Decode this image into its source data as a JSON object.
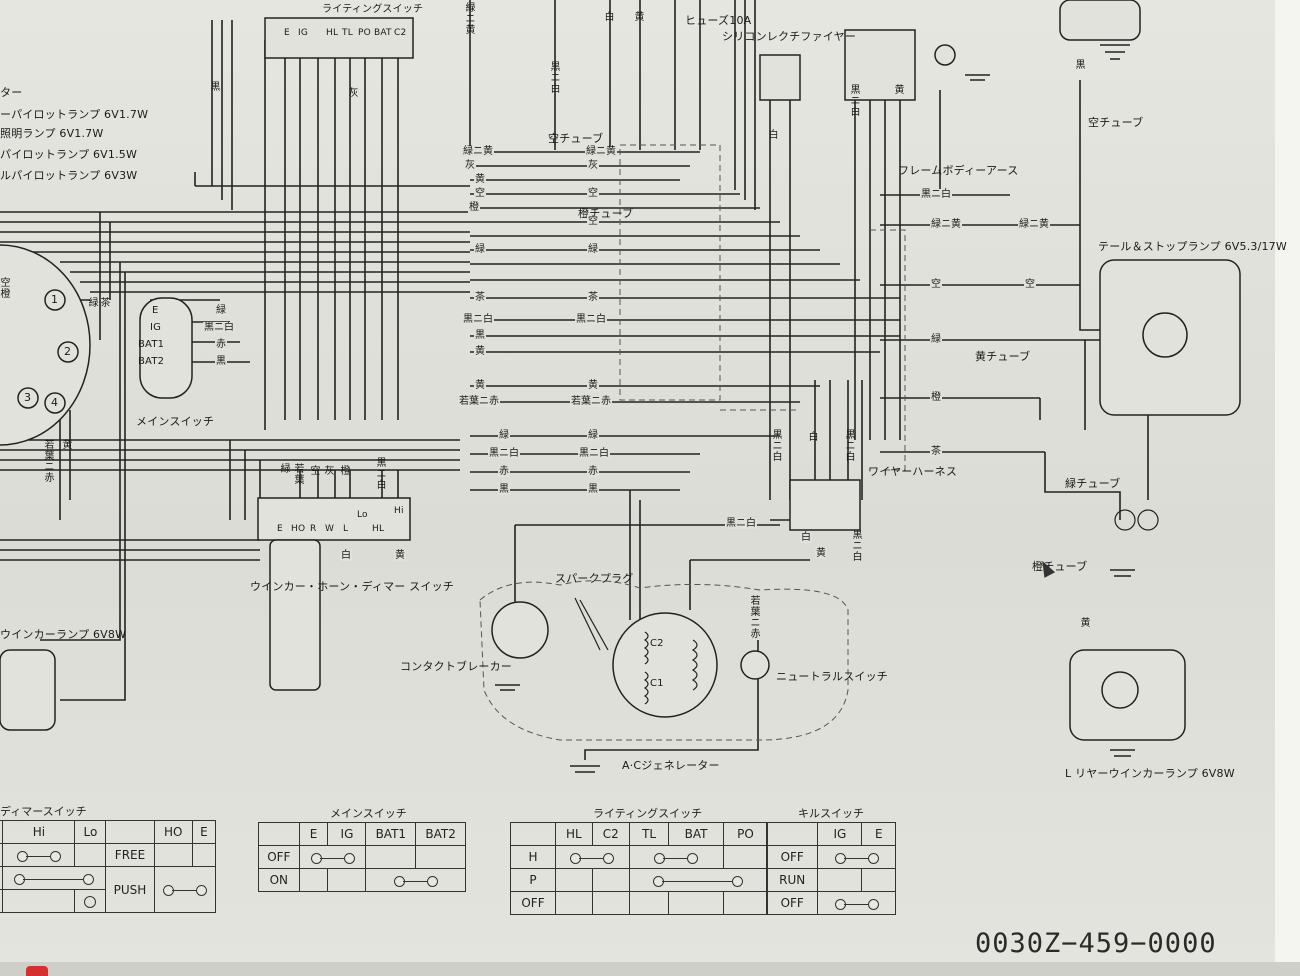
{
  "labels": {
    "lighting_switch_title": "ライティングスイッチ",
    "fuse": "ヒューズ10A",
    "rectifier": "シリコンレクチファイヤー",
    "frame_body_earth": "フレームボディーアース",
    "tail_stop_lamp": "テール＆ストップランプ 6V5.3/17W",
    "empty_tube_right": "空チューブ",
    "empty_tube_top": "空チューブ",
    "orange_tube": "橙チューブ",
    "yellow_tube": "黄チューブ",
    "green_tube": "緑チューブ",
    "orange_tube2": "橙チューブ",
    "wire_harness": "ワイヤーハーネス",
    "main_switch": "メインスイッチ",
    "winker_horn_dimmer": "ウインカー・ホーン・ディマー スイッチ",
    "winker_lamp_left": "ウインカーランプ 6V8W",
    "spark_plug": "スパークプラグ",
    "contact_breaker": "コンタクトブレーカー",
    "neutral_switch": "ニュートラルスイッチ",
    "ac_generator": "A·Cジェネレーター",
    "rear_winker": "L リヤーウインカーランプ 6V8W",
    "left_list": [
      "ター",
      "ーパイロットランプ 6V1.7W",
      "照明ランプ 6V1.7W",
      "パイロットランプ 6V1.5W",
      "ルパイロットランプ 6V3W"
    ],
    "meter_terminals": [
      "1",
      "2",
      "3",
      "4"
    ],
    "main_terms": [
      "E",
      "IG",
      "BAT1",
      "BAT2"
    ],
    "main_wires": [
      "緑",
      "黒ニ白",
      "赤",
      "黒"
    ],
    "dim_terms": [
      "E",
      "HO",
      "R",
      "W",
      "L",
      "Lo",
      "HL",
      "Hi"
    ],
    "dim_top": [
      "緑",
      "若葉",
      "空",
      "灰",
      "橙",
      "黒ニ白"
    ],
    "dim_bottom": [
      "白",
      "黄"
    ],
    "light_sw_terms": [
      "E",
      "IG",
      "HL",
      "TL",
      "PO",
      "BAT",
      "C2"
    ],
    "coil_c1": "C1",
    "coil_c2": "C2",
    "meter_left": [
      "空橙",
      "緑",
      "茶",
      "若葉ニ赤",
      "黄"
    ]
  },
  "wires": {
    "left_labels": [
      "緑ニ黄",
      "灰",
      "黄",
      "空",
      "橙",
      "緑",
      "茶",
      "黒ニ白",
      "黒",
      "黄",
      "黄",
      "若葉ニ赤",
      "緑",
      "黒ニ白",
      "赤",
      "黒"
    ],
    "mid_labels": [
      "緑ニ黄",
      "灰",
      "空",
      "空",
      "緑",
      "茶",
      "黒ニ白",
      "黄",
      "若葉ニ赤",
      "緑",
      "黒ニ白",
      "赤",
      "黒"
    ],
    "right_labels": [
      "空",
      "緑",
      "橙",
      "茶",
      "緑ニ黄",
      "空",
      "緑ニ黄",
      "黒ニ白"
    ],
    "gen_labels": [
      "黒ニ白",
      "白",
      "黄",
      "黒ニ白",
      "若葉ニ赤",
      "黒ニ白"
    ],
    "vertical_top": [
      "緑ニ黄",
      "黒ニ白",
      "白",
      "黄",
      "黒ニ白",
      "黄",
      "灰",
      "黒",
      "白",
      "黒ニ白",
      "黒",
      "白",
      "黄"
    ]
  },
  "tables": {
    "dimmer": {
      "title": "ディマースイッチ",
      "headers": [
        "",
        "Hi",
        "Lo",
        "",
        "HO",
        "E"
      ],
      "rows": [
        "FREE",
        "PUSH"
      ]
    },
    "main": {
      "title": "メインスイッチ",
      "headers": [
        "",
        "E",
        "IG",
        "BAT1",
        "BAT2"
      ],
      "rows": [
        "OFF",
        "ON"
      ]
    },
    "lighting": {
      "title": "ライティングスイッチ",
      "headers": [
        "",
        "HL",
        "C2",
        "TL",
        "BAT",
        "PO"
      ],
      "rows": [
        "H",
        "P",
        "OFF"
      ]
    },
    "kill": {
      "title": "キルスイッチ",
      "headers": [
        "",
        "IG",
        "E"
      ],
      "rows": [
        "OFF",
        "RUN",
        "OFF"
      ]
    }
  },
  "doc_number": "0030Z−459−0000",
  "colors": {
    "ink": "#222222",
    "paper": "#e2e2dc",
    "accent": "#d43030"
  }
}
